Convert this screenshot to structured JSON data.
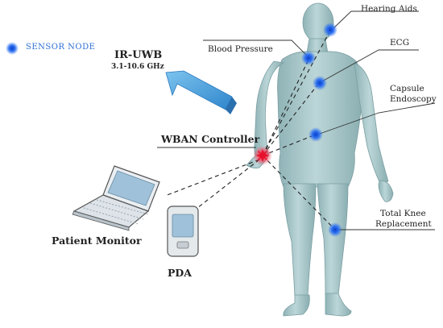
{
  "legend": {
    "label": "SENSOR NODE",
    "icon": "sensor-node-icon",
    "color": "#1f5fd8"
  },
  "uwb": {
    "title": "IR-UWB",
    "frequency": "3.1-10.6 GHz"
  },
  "controller": {
    "label": "WBAN Controller",
    "color": "#e8112d"
  },
  "sensors": {
    "hearing": "Hearing Aids",
    "blood_pressure": "Blood Pressure",
    "ecg": "ECG",
    "capsule_line1": "Capsule",
    "capsule_line2": "Endoscopy",
    "knee_line1": "Total Knee",
    "knee_line2": "Replacement"
  },
  "devices": {
    "monitor": "Patient Monitor",
    "pda": "PDA"
  },
  "colors": {
    "body": "#a9c5c8",
    "arrow": "#4b9fd8",
    "node": "#1f5fd8"
  }
}
